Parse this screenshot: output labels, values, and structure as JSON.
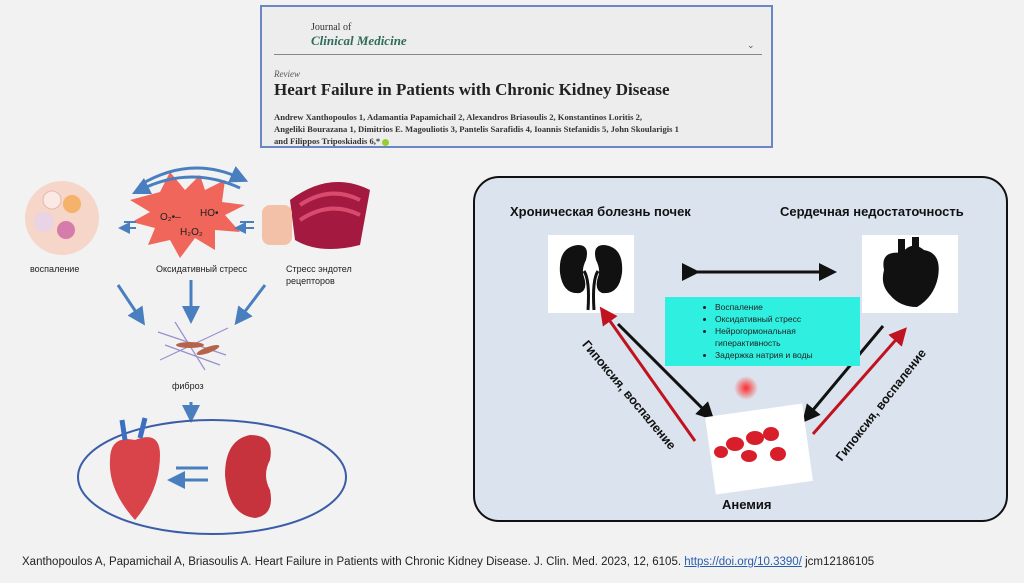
{
  "paper": {
    "journal_prefix": "Journal of",
    "journal_name": "Clinical Medicine",
    "article_type": "Review",
    "title": "Heart Failure in Patients with Chronic Kidney Disease",
    "authors_line1": "Andrew Xanthopoulos 1, Adamantia Papamichail 2, Alexandros Briasoulis 2, Konstantinos Loritis 2,",
    "authors_line2": "Angeliki Bourazana 1, Dimitrios E. Magouliotis 3, Pantelis Sarafidis 4, Ioannis Stefanidis 5, John Skoularigis 1",
    "authors_line3": "and Filippos Triposkiadis 6,*"
  },
  "left_diagram": {
    "inflammation": "воспаление",
    "oxidative_stress": "Оксидативный стресс",
    "endothelial_stress_1": "Стресс эндотел",
    "endothelial_stress_2": "рецепторов",
    "fibrosis": "фиброз",
    "ros_1": "O₂•–",
    "ros_2": "HO•",
    "ros_3": "H₂O₂"
  },
  "right_diagram": {
    "ckd_title": "Хроническая болезнь почек",
    "hf_title": "Сердечная недостаточность",
    "mechanisms": [
      "Воспаление",
      "Оксидативный стресс",
      "Нейрогормональная гиперактивность",
      "Задержка натрия и воды"
    ],
    "left_arrow_label": "Гипоксия, воспаление",
    "right_arrow_label": "Гипоксия, воспаление",
    "anemia": "Анемия"
  },
  "citation": {
    "text": "Xanthopoulos A, Papamichail A, Briasoulis A. Heart Failure in Patients with Chronic Kidney Disease. J. Clin. Med. 2023, 12, 6105. ",
    "link": "https://doi.org/10.3390/",
    "suffix": " jcm12186105"
  },
  "colors": {
    "accent_cyan": "#2ff0e0",
    "arrow_red": "#c0121f",
    "arrow_blue": "#4a7fbf"
  }
}
